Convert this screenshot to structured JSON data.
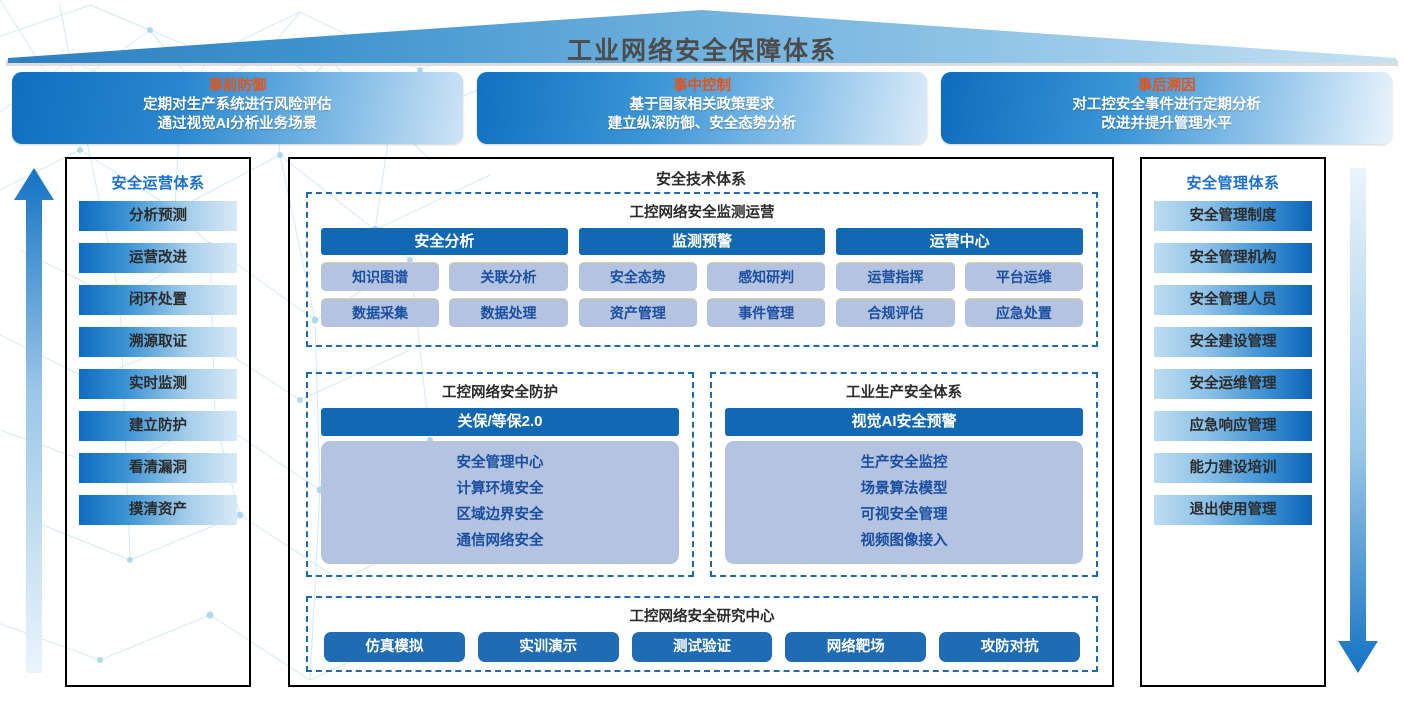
{
  "title": "工业网络安全保障体系",
  "banners": [
    {
      "title": "事前防御",
      "line1": "定期对生产系统进行风险评估",
      "line2": "通过视觉AI分析业务场景"
    },
    {
      "title": "事中控制",
      "line1": "基于国家相关政策要求",
      "line2": "建立纵深防御、安全态势分析"
    },
    {
      "title": "事后溯因",
      "line1": "对工控安全事件进行定期分析",
      "line2": "改进并提升管理水平"
    }
  ],
  "left_column": {
    "title": "安全运营体系",
    "items": [
      "分析预测",
      "运营改进",
      "闭环处置",
      "溯源取证",
      "实时监测",
      "建立防护",
      "看清漏洞",
      "摸清资产"
    ]
  },
  "right_column": {
    "title": "安全管理体系",
    "items": [
      "安全管理制度",
      "安全管理机构",
      "安全管理人员",
      "安全建设管理",
      "安全运维管理",
      "应急响应管理",
      "能力建设培训",
      "退出使用管理"
    ]
  },
  "tech": {
    "title": "安全技术体系",
    "monitoring": {
      "title": "工控网络安全监测运营",
      "columns": [
        {
          "head": "安全分析",
          "row1": [
            "知识图谱",
            "关联分析"
          ],
          "row2": [
            "数据采集",
            "数据处理"
          ]
        },
        {
          "head": "监测预警",
          "row1": [
            "安全态势",
            "感知研判"
          ],
          "row2": [
            "资产管理",
            "事件管理"
          ]
        },
        {
          "head": "运营中心",
          "row1": [
            "运营指挥",
            "平台运维"
          ],
          "row2": [
            "合规评估",
            "应急处置"
          ]
        }
      ]
    },
    "mid_panels": [
      {
        "title": "工控网络安全防护",
        "head": "关保/等保2.0",
        "lines": [
          "安全管理中心",
          "计算环境安全",
          "区域边界安全",
          "通信网络安全"
        ]
      },
      {
        "title": "工业生产安全体系",
        "head": "视觉AI安全预警",
        "lines": [
          "生产安全监控",
          "场景算法模型",
          "可视安全管理",
          "视频图像接入"
        ]
      }
    ],
    "research": {
      "title": "工控网络安全研究中心",
      "buttons": [
        "仿真模拟",
        "实训演示",
        "测试验证",
        "网络靶场",
        "攻防对抗"
      ]
    }
  },
  "icons": {
    "arrow_up": "arrow-up-icon",
    "arrow_down": "arrow-down-icon"
  },
  "colors": {
    "accent_blue": "#1268b3",
    "banner_title": "#e2541a",
    "panel_fill": "#b3c3e0",
    "dash_border": "#1d6bb4",
    "column_title": "#1c6fd0"
  }
}
